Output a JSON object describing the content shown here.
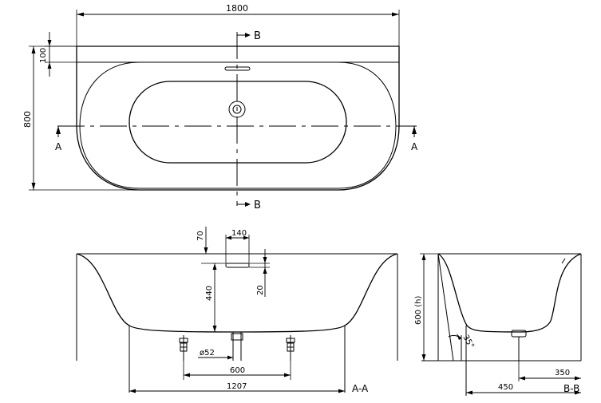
{
  "plan_view": {
    "dim_length": "1800",
    "dim_depth": "800",
    "dim_rim_offset": "100",
    "section_b_top": "B",
    "section_b_bottom": "B",
    "section_a_left": "A",
    "section_a_right": "A"
  },
  "section_aa": {
    "dim_overflow_width": "140",
    "dim_overflow_top": "70",
    "dim_overflow_height": "20",
    "dim_overflow_depth": "440",
    "dim_drain_diameter": "ø52",
    "dim_leg_spacing": "600",
    "dim_bottom_length": "1207",
    "section_label": "A-A"
  },
  "section_bb": {
    "dim_height": "600 (h)",
    "dim_backrest_angle": "35°",
    "dim_drain_offset": "350",
    "dim_bottom_width": "450",
    "section_label": "B-B"
  }
}
